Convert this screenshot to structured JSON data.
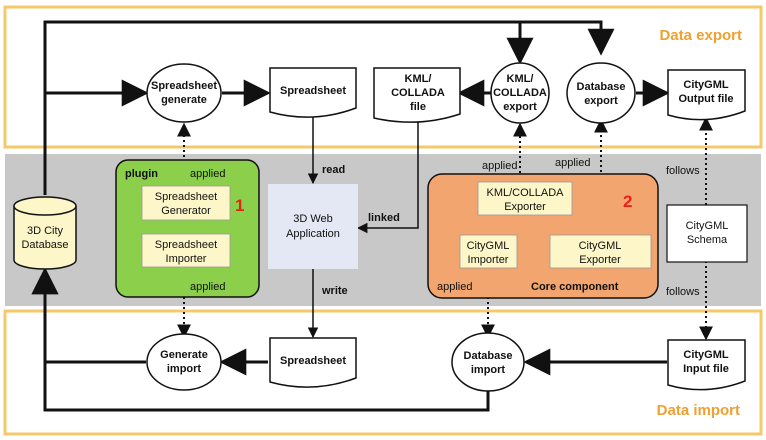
{
  "sections": {
    "export": "Data export",
    "import": "Data import"
  },
  "database": {
    "line1": "3D City",
    "line2": "Database"
  },
  "nodes": {
    "ss_generate": {
      "line1": "Spreadsheet",
      "line2": "generate"
    },
    "spreadsheet_top": "Spreadsheet",
    "kml_file": {
      "line1": "KML/",
      "line2": "COLLADA",
      "line3": "file"
    },
    "kml_export": {
      "line1": "KML/",
      "line2": "COLLADA",
      "line3": "export"
    },
    "db_export": {
      "line1": "Database",
      "line2": "export"
    },
    "citygml_out": {
      "line1": "CityGML",
      "line2": "Output file"
    },
    "web_app": {
      "line1": "3D Web",
      "line2": "Application"
    },
    "citygml_schema": {
      "line1": "CityGML",
      "line2": "Schema"
    },
    "gen_import": {
      "line1": "Generate",
      "line2": "import"
    },
    "spreadsheet_bottom": "Spreadsheet",
    "db_import": {
      "line1": "Database",
      "line2": "import"
    },
    "citygml_in": {
      "line1": "CityGML",
      "line2": "Input file"
    }
  },
  "plugin": {
    "title": "plugin",
    "number": "1",
    "generator": {
      "line1": "Spreadsheet",
      "line2": "Generator"
    },
    "importer": {
      "line1": "Spreadsheet",
      "line2": "Importer"
    }
  },
  "core": {
    "title": "Core component",
    "number": "2",
    "kml_exporter": {
      "line1": "KML/COLLADA",
      "line2": "Exporter"
    },
    "citygml_importer": {
      "line1": "CityGML",
      "line2": "Importer"
    },
    "citygml_exporter": {
      "line1": "CityGML",
      "line2": "Exporter"
    }
  },
  "edge_labels": {
    "applied_plugin_top": "applied",
    "applied_plugin_bottom": "applied",
    "read": "read",
    "write": "write",
    "linked": "linked",
    "applied_kml": "applied",
    "applied_citygml": "applied",
    "applied_importer": "applied",
    "follows_top": "follows",
    "follows_bottom": "follows"
  },
  "colors": {
    "section_border": "#f5c96a",
    "section_title": "#f0a030",
    "grey_band": "#c8c8c8",
    "plugin_fill": "#8ccf4a",
    "core_fill": "#f2a56e",
    "inner_box": "#fdf6c8",
    "web_app_fill": "#e4e8f4",
    "number_red": "#e8221a"
  }
}
